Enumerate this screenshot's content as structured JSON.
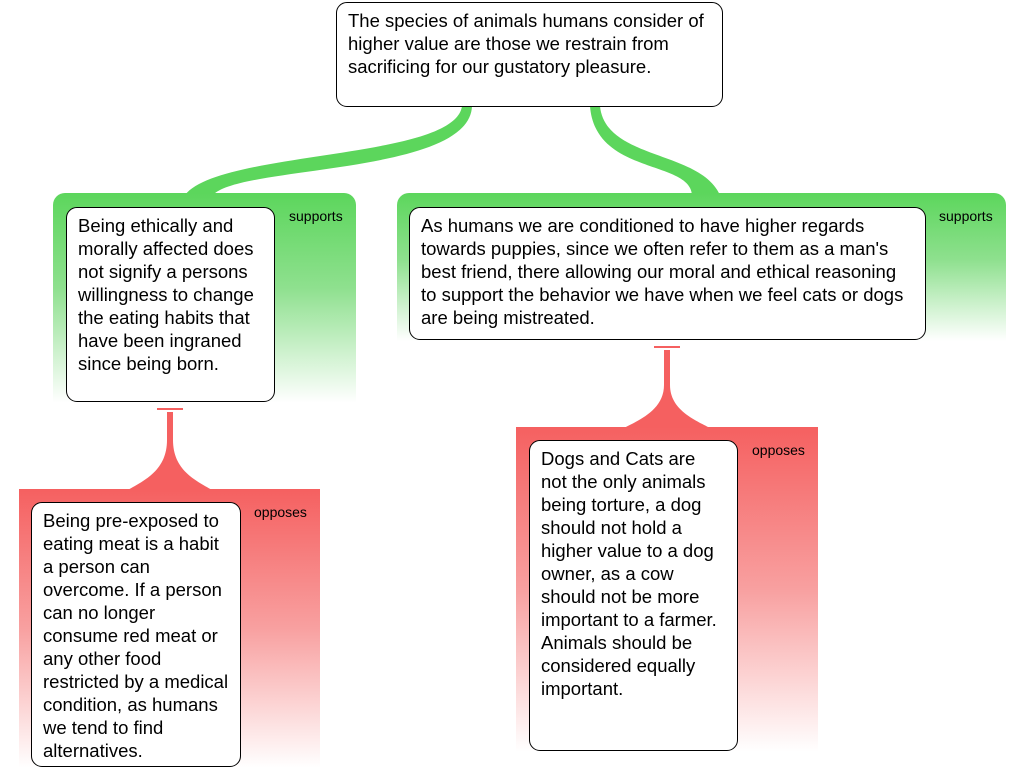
{
  "nodes": {
    "root": "The species of animals humans consider of higher value are those we restrain from sacrificing for our gustatory pleasure.",
    "support_left": "Being ethically and morally affected does not signify a persons willingness to change the eating habits that have been ingraned since being born.",
    "support_right": "As humans we are conditioned to have higher regards towards puppies, since we often refer to them as a man's best friend, there allowing our moral and ethical reasoning to support the behavior we have when we feel cats or dogs are being mistreated.",
    "oppose_left": "Being pre-exposed to eating meat is a habit a person can overcome. If a person can no longer consume red meat or any other food restricted by a medical condition, as humans we tend to find alternatives.",
    "oppose_right": "Dogs and Cats are not the only animals being torture, a dog should not hold a higher value to a dog owner, as a cow should not be more important to a farmer. Animals should be considered equally important."
  },
  "relations": {
    "support_left": "supports",
    "support_right": "supports",
    "oppose_left": "opposes",
    "oppose_right": "opposes"
  },
  "colors": {
    "supports": "#5cd65c",
    "opposes": "#f56060"
  }
}
